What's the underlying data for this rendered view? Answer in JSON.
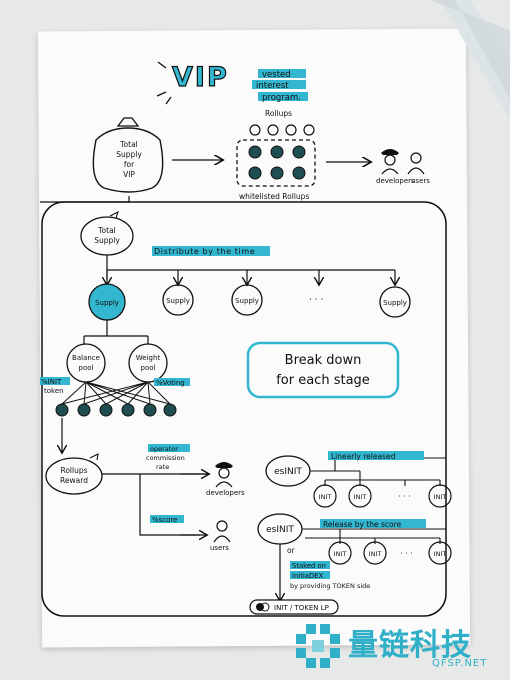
{
  "title": "VIP",
  "subtitle": [
    "vested",
    "interest",
    "program."
  ],
  "top_flow": {
    "bag_label": [
      "Total",
      "Supply",
      "for",
      "VIP"
    ],
    "rollups_label": "Rollups",
    "whitelisted_label": "whitelisted Rollups",
    "developers_label": "developers",
    "users_label": "users"
  },
  "detail": {
    "total_supply": [
      "Total",
      "Supply"
    ],
    "distribute_label": "Distribute by the time",
    "supply_label": "Supply",
    "ellipsis": "· · ·",
    "balance_pool": [
      "Balance",
      "pool"
    ],
    "weight_pool": [
      "Weight",
      "pool"
    ],
    "init_token": [
      "%INIT",
      "token"
    ],
    "voting": "%Voting",
    "break_down": [
      "Break down",
      "for each stage"
    ],
    "rollups_reward": [
      "Rollups",
      "Reward"
    ],
    "commission": [
      "operator",
      "commission",
      "rate"
    ],
    "score": "%score",
    "developers": "developers",
    "users": "users",
    "esinit": "esINIT",
    "linearly": "Linearly released",
    "init_label": "INIT",
    "release_score": "Release by the score",
    "or": "or",
    "staked": [
      "Staked on",
      "InitiaDEX",
      "by providing TOKEN side"
    ],
    "lp": "INIT / TOKEN LP"
  },
  "watermark": {
    "text": "量链科技",
    "sub": "QFSP.NET"
  },
  "colors": {
    "accent": "#33b6d0",
    "ink": "#111111",
    "paper": "#fbfbfb"
  }
}
